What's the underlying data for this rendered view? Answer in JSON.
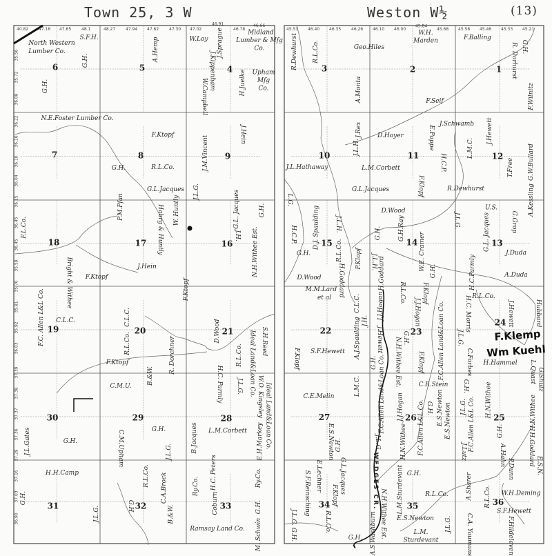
{
  "header": {
    "left_title": "Town 25, 3 W",
    "right_title": "Weston W½",
    "page_number": "(13)"
  },
  "left_panel": {
    "acreage_top": [
      "40.82",
      "47.16",
      "47.65",
      "48.1",
      "48.27",
      "47.94",
      "47.62",
      "47.30",
      "47.02",
      "46.91",
      "46.78",
      "46.66"
    ],
    "acreage_side": [
      "35.56",
      "35.72",
      "36.08",
      "36.22",
      "36.16",
      "36.10",
      "36.04",
      "36.15",
      "36.45",
      "36.45",
      "35.59",
      "35.70",
      "35.81",
      "35.92",
      "36.03",
      "37.39",
      "37.38",
      "37.37",
      "37.36",
      "37.29",
      "37.16",
      "37.03",
      "36.90"
    ],
    "sections": [
      "6",
      "5",
      "4",
      "7",
      "8",
      "9",
      "18",
      "17",
      "16",
      "19",
      "20",
      "21",
      "30",
      "29",
      "28",
      "31",
      "32",
      "33"
    ],
    "owners": [
      "North Western",
      "Lumber Co.",
      "S.F.H.",
      "G.H.",
      "A.Hemp",
      "W.Loy",
      "J.Sprague",
      "Midland",
      "Lumber & Mfg",
      "Co.",
      "J.Kippenham",
      "W.Campbell",
      "H.Juelke",
      "Upham",
      "Mfg",
      "Co.",
      "G.H.",
      "N.E.Foster Lumber Co.",
      "F.Ktopf",
      "J.Hein",
      "G.H.",
      "R.L.Co.",
      "J.M.Vincent",
      "G.L.Jacques",
      "J.L.G.",
      "P.M.Pfan",
      "W. Huntly",
      "Habrg & Huntly",
      "G.L. Jacques",
      "G.H.",
      "F.L.Co.",
      "J.H.",
      "N.H.Withee Est.",
      "J.Hein",
      "F.Ktopf",
      "Bright & Withee",
      "F.C. Allen L&L Co.",
      "C.L.C.",
      "C.L.C.",
      "R.L.Co.",
      "F.Ktopf",
      "D.Wood",
      "R.L.Co.",
      "S.H.Reed",
      "Ideal Land&Loan Co.",
      "F.Ktopf",
      "B.&W.",
      "R. Dorchner",
      "C.M.U.",
      "H.C. Parmly",
      "J.L.G.",
      "W.O. Kingsley",
      "Ideal Land&Loan Co.",
      "J.L.Gates",
      "G.H.",
      "C.M.Upham",
      "G.H.",
      "J.L.G.",
      "B.Jacques",
      "L.M.Corbett",
      "E.H.Markey",
      "H.H.Camp",
      "G.H.",
      "R.L.Co.",
      "C.A.Brock",
      "Ry.Co.",
      "H.C. Peters",
      "Coburn",
      "Ry.Co.",
      "J.L.G.",
      "G.H.",
      "B.&W.",
      "G.H.",
      "Ramsay Land Co.",
      "M. Schwin"
    ]
  },
  "right_panel": {
    "acreage_top": [
      "45.53",
      "46.40",
      "46.35",
      "46.26",
      "46.10",
      "46.00",
      "45.84",
      "45.68",
      "45.58",
      "45.46",
      "45.33",
      "45.21"
    ],
    "sections": [
      "3",
      "2",
      "1",
      "10",
      "11",
      "12",
      "15",
      "14",
      "13",
      "22",
      "23",
      "24",
      "27",
      "26",
      "25",
      "34",
      "35",
      "36"
    ],
    "owners": [
      "R.Dewhurst",
      "R.L.Co.",
      "Geo.Hiles",
      "W.H.",
      "Marden",
      "F.Balling",
      "G.H.",
      "R. Dorhurst",
      "A.Monta",
      "F.Seif",
      "F.Wilnitz",
      "J.Rex",
      "J.L.H.",
      "D.Hoyer",
      "E.Poppe",
      "J.Schwamb",
      "J.Hewett",
      "L.M.C.",
      "H.C.P.",
      "T.Free",
      "G.W.Bullard",
      "J.L.Hathaway",
      "L.M.Corbett",
      "G.L.Jacques",
      "F.Klopf",
      "R.Dewhurst",
      "A.Kessling",
      "D.Wood",
      "U.S.",
      "J.L.G.",
      "G.Grop",
      "L.G.",
      "H.C.P.",
      "D.J. Spaulding",
      "J.L.H.",
      "G.H.",
      "G.H.Ray",
      "G.L. Jacques",
      "G.H.",
      "R.L.Co.",
      "P.Klopf",
      "J.L.H.",
      "W.E. Cramer",
      "J.Duda",
      "H.Goddard",
      "H.Goddard",
      "G.H.",
      "H.C.Parmly",
      "A.Duda",
      "D.Wood",
      "C.L.C.",
      "M.M.Lard",
      "et al",
      "J.J.Hogan",
      "R.L.Co.",
      "F.Klopf",
      "J.H.",
      "J.J.Hogan",
      "H.C. Morris",
      "R.L.Co.",
      "J.Hewett",
      "Hubbard",
      "S.F.Hewett",
      "A.J.Spaulding",
      "J.Hewett",
      "G.H.",
      "F.C.Allen Land&Loan Co.",
      "J.L.G.",
      "F.Klopf",
      "G.H.",
      "N.H.Withee Est.",
      "F.Klopf",
      "C.Forbes",
      "H.Hammel",
      "L.Quast",
      "L.M.C.",
      "F.C.Allen Land&Loan Co.",
      "C.R.Stein",
      "G.H.",
      "G.Shulz",
      "C.E.Melin",
      "J.J.Hogan",
      "G.H.",
      "E.S.Newton",
      "J.L.G.",
      "H.N.Withee",
      "H.N.Withee",
      "E.S.Newton",
      "G.H.",
      "J.L.G.",
      "H.N.Withee",
      "F.C.Allen L&L Co.",
      "E.S.Newton",
      "F.C.Allen L&L Co.",
      "J.Lutz",
      "A.Hahn",
      "H.Goddard",
      "G.H.",
      "E.Lechner",
      "G.L.Jacques",
      "S.F.Reinsching",
      "F.Klopf",
      "G.H.",
      "L.M.Sturdevant",
      "R.L.Co.",
      "A.Sharer",
      "P.Dunn",
      "E.S.N.",
      "R.L.Co.",
      "W.H.Deming",
      "S.F.Hewett",
      "J.L.G.",
      "R.L.Co.",
      "N.H.Withee Est.",
      "E.S.Newton",
      "J.L.G.",
      "G.H.",
      "G.H.",
      "A.S.Washburn",
      "L.M.",
      "Sturdevant",
      "C.A. Youmans",
      "F.Hildeleven"
    ],
    "creek_label": "WEDGES CR."
  },
  "handwritten": [
    "F.Klemp",
    "Wm Kuehl"
  ]
}
